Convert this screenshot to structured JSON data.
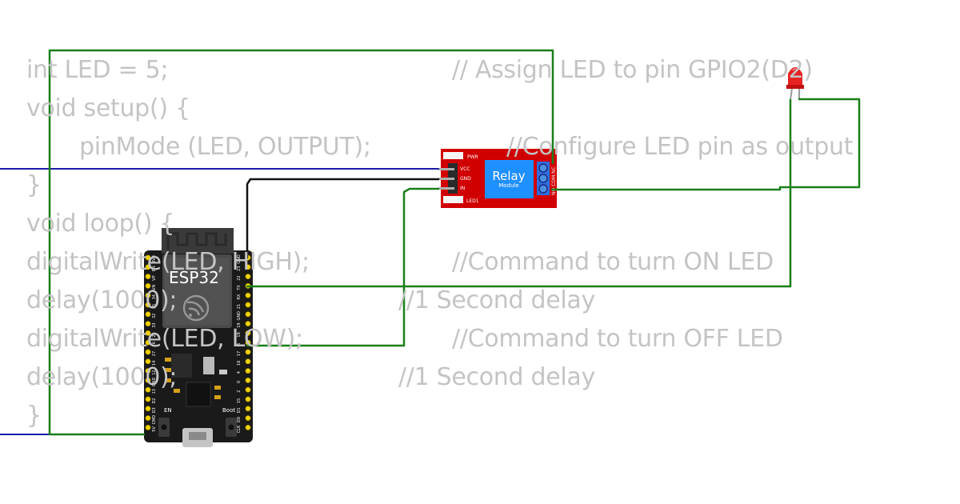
{
  "code_lines": {
    "l1": "int LED = 5;",
    "c1": "// Assign LED to pin GPIO2(D2)",
    "l2": "void setup() {",
    "l3": "pinMode (LED, OUTPUT);",
    "c3": "//Configure LED pin as output",
    "l4": "}",
    "l5": "void loop() {",
    "l6": "digitalWrite(LED, HIGH);",
    "c6": "//Command to turn ON LED",
    "l7": "delay(1000);",
    "c7": "//1 Second delay",
    "l8": "digitalWrite(LED, LOW);",
    "c8": "//Command to turn OFF LED",
    "l9": "delay(1000);",
    "c9": "//1 Second delay",
    "l10": "}"
  },
  "esp32": {
    "label": "ESP32",
    "en_label": "EN",
    "boot_label": "Boot",
    "left_pins": [
      "3V3",
      "EN",
      "VP",
      "VN",
      "34",
      "35",
      "32",
      "33",
      "25",
      "26",
      "27",
      "14",
      "12",
      "GND",
      "13",
      "D2",
      "D3",
      "CMD",
      "5V"
    ],
    "right_pins": [
      "GND",
      "23",
      "22",
      "TX",
      "RX",
      "21",
      "GND",
      "19",
      "18",
      "5",
      "17",
      "16",
      "4",
      "0",
      "2",
      "15",
      "D1",
      "D0",
      "CLK"
    ]
  },
  "relay": {
    "label": "Relay",
    "sublabel": "Module",
    "pin_vcc": "VCC",
    "pin_gnd": "GND",
    "pin_in": "IN",
    "led_pwr": "PWR",
    "led_1": "LED1",
    "terminals": "NO COM NC"
  },
  "colors": {
    "wire_green": "#1a7f1a",
    "wire_blue": "#1a1aaa",
    "wire_black": "#111111",
    "relay_red": "#d10000",
    "relay_blue": "#1e90ff",
    "led_red": "#e82222",
    "board_black": "#1a1a1a"
  }
}
